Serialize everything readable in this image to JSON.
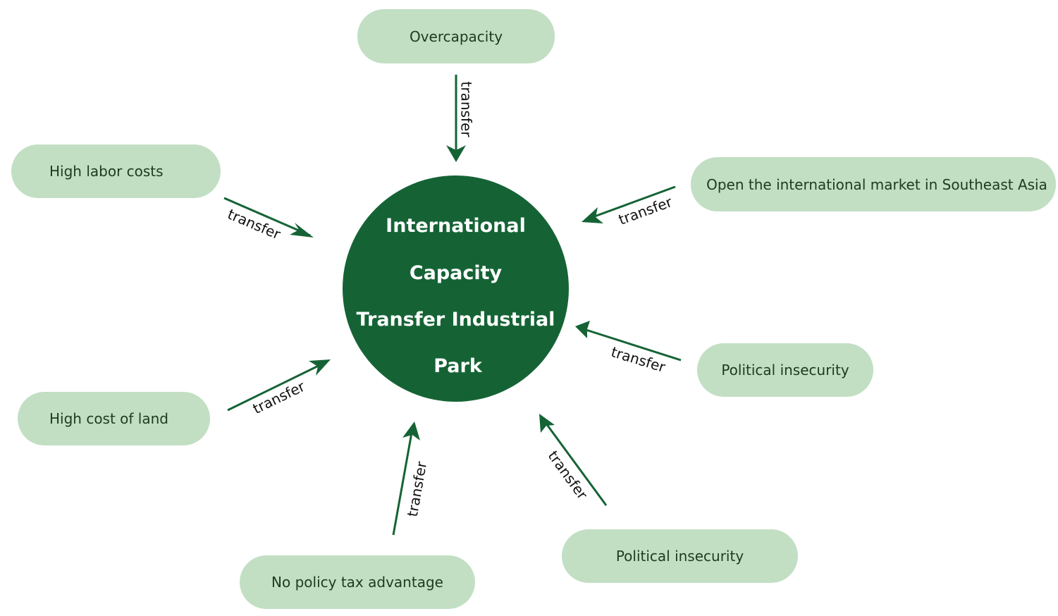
{
  "center": {
    "lines": [
      "International",
      "Capacity",
      "Transfer Industrial",
      "Park"
    ],
    "color": "#156335"
  },
  "nodes": {
    "overcapacity": "Overcapacity",
    "high_labor_costs": "High labor costs",
    "open_market": "Open the international market in Southeast Asia",
    "high_cost_of_land": "High cost of land",
    "political_insecurity_right": "Political insecurity",
    "political_insecurity_bottom": "Political insecurity",
    "no_policy_tax": "No policy tax advantage"
  },
  "edges": {
    "label": "transfer"
  },
  "colors": {
    "node_fill": "#c2dfc3",
    "arrow": "#156335"
  }
}
